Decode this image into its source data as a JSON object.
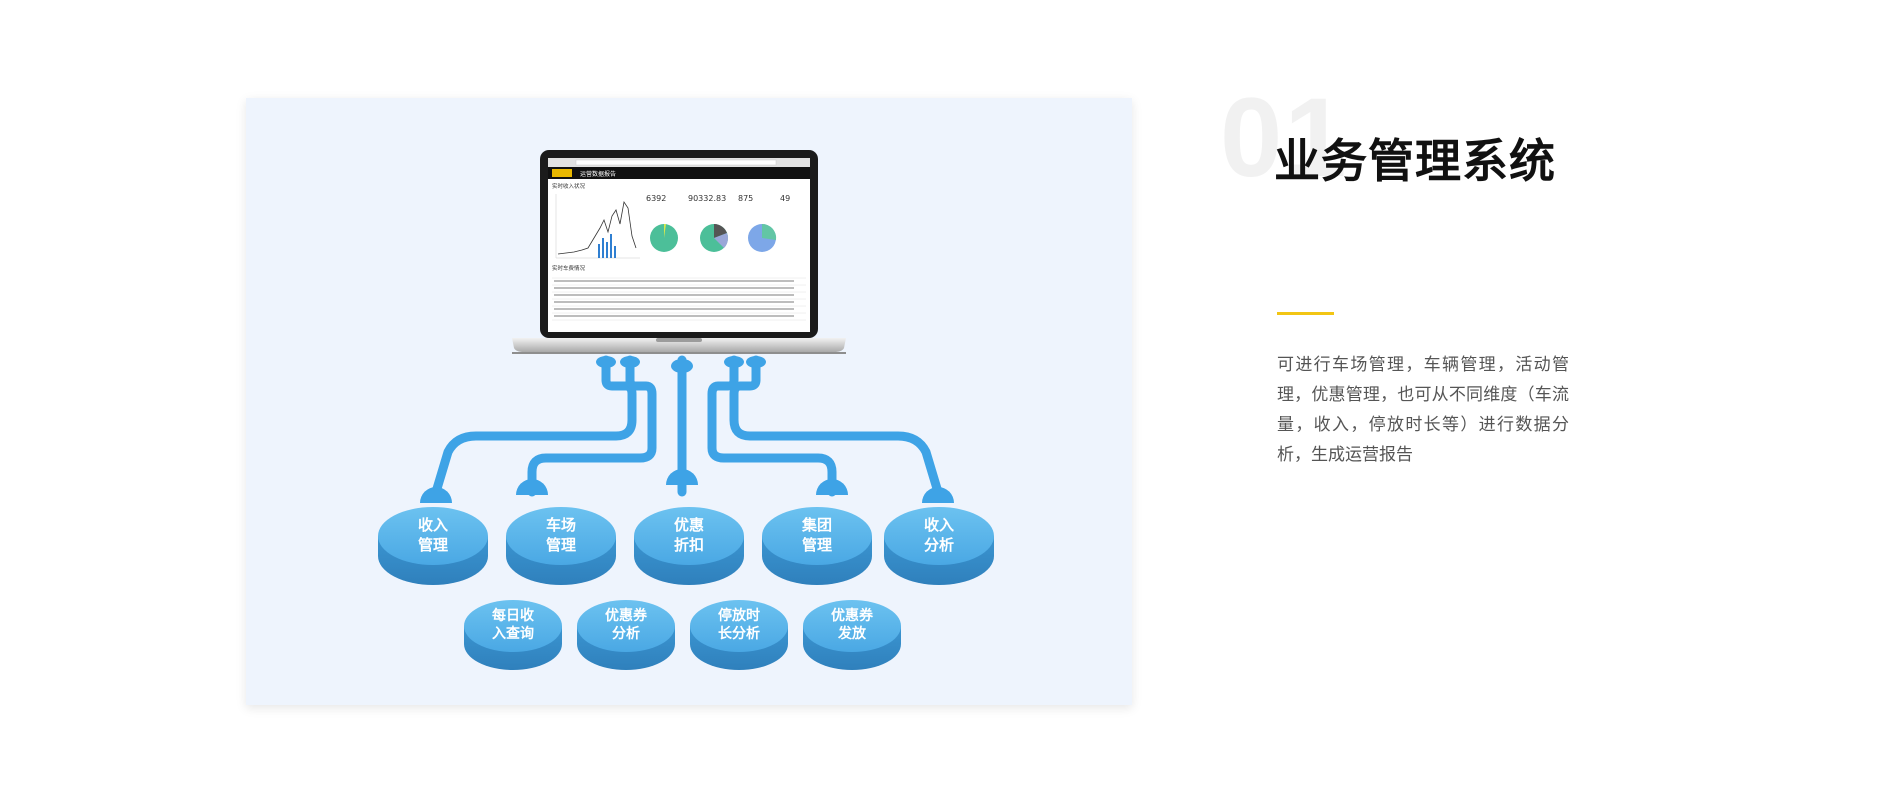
{
  "section": {
    "number": "01",
    "title": "业务管理系统",
    "description": "可进行车场管理，车辆管理，活动管理，优惠管理，也可从不同维度（车流量，收入，停放时长等）进行数据分析，生成运营报告"
  },
  "screen": {
    "header": "运营数据报告",
    "section1": "实时收入状况",
    "section2": "实时车费情况",
    "stats": [
      "6392",
      "90332.83",
      "875",
      "49"
    ]
  },
  "nodes_row1": [
    {
      "line1": "收入",
      "line2": "管理"
    },
    {
      "line1": "车场",
      "line2": "管理"
    },
    {
      "line1": "优惠",
      "line2": "折扣"
    },
    {
      "line1": "集团",
      "line2": "管理"
    },
    {
      "line1": "收入",
      "line2": "分析"
    }
  ],
  "nodes_row2": [
    {
      "line1": "每日收",
      "line2": "入查询"
    },
    {
      "line1": "优惠券",
      "line2": "分析"
    },
    {
      "line1": "停放时",
      "line2": "长分析"
    },
    {
      "line1": "优惠券",
      "line2": "发放"
    }
  ],
  "colors": {
    "accent": "#f2c514",
    "node_top": "#5ab4ea",
    "node_side": "#3b95d1",
    "cable": "#3ea3e6",
    "panel_bg": "#eef4fd"
  }
}
